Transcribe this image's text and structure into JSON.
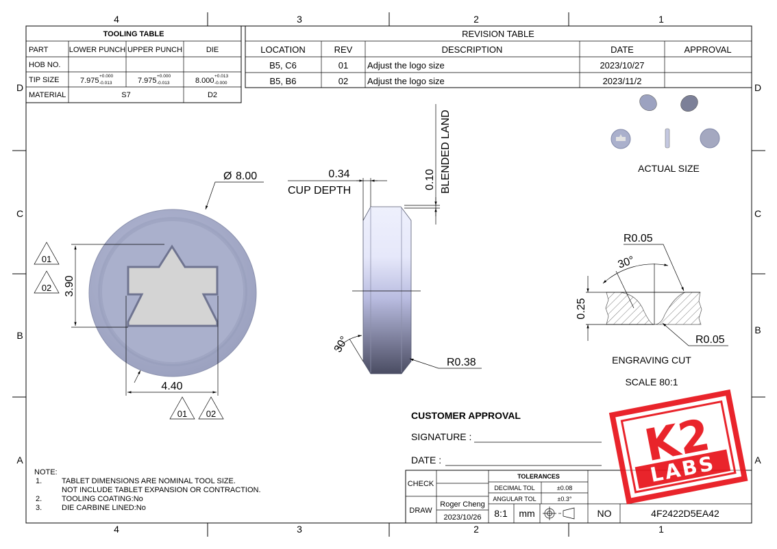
{
  "zones": {
    "columns": [
      "4",
      "3",
      "2",
      "1"
    ],
    "rows": [
      "D",
      "C",
      "B",
      "A"
    ]
  },
  "tooling_table": {
    "title": "TOOLING TABLE",
    "headers": [
      "PART",
      "LOWER PUNCH",
      "UPPER PUNCH",
      "DIE"
    ],
    "hob_label": "HOB NO.",
    "tip_label": "TIP SIZE",
    "tip": [
      {
        "value": "7.975",
        "plus": "+0.000",
        "minus": "-0.013"
      },
      {
        "value": "7.975",
        "plus": "+0.000",
        "minus": "-0.013"
      },
      {
        "value": "8.000",
        "plus": "+0.013",
        "minus": "-0.000"
      }
    ],
    "material_label": "MATERIAL",
    "material_punch": "S7",
    "material_die": "D2"
  },
  "revision_table": {
    "title": "REVISION TABLE",
    "headers": [
      "LOCATION",
      "REV",
      "DESCRIPTION",
      "DATE",
      "APPROVAL"
    ],
    "rows": [
      {
        "location": "B5, C6",
        "rev": "01",
        "description": "Adjust the logo size",
        "date": "2023/10/27",
        "approval": ""
      },
      {
        "location": "B5, B6",
        "rev": "02",
        "description": "Adjust the logo size",
        "date": "2023/11/2",
        "approval": ""
      }
    ]
  },
  "front_view": {
    "diameter": "8.00",
    "diameter_symbol": "Ø",
    "height": "3.90",
    "width": "4.40",
    "rev_tags": [
      "01",
      "02"
    ]
  },
  "side_view": {
    "cup_depth": "0.34",
    "cup_depth_label": "CUP DEPTH",
    "land": "0.10",
    "land_label": "BLENDED LAND",
    "angle": "30°",
    "radius": "R0.38"
  },
  "actual_size_label": "ACTUAL SIZE",
  "engraving": {
    "radius_top": "R0.05",
    "angle": "30°",
    "depth": "0.25",
    "radius_bottom": "R0.05",
    "title": "ENGRAVING CUT",
    "scale": "SCALE 80:1"
  },
  "customer": {
    "title": "CUSTOMER APPROVAL",
    "signature": "SIGNATURE :",
    "date": "DATE :"
  },
  "notes": {
    "title": "NOTE:",
    "items": [
      {
        "n": "1.",
        "lines": [
          "TABLET DIMENSIONS ARE NOMINAL TOOL SIZE.",
          "NOT INCLUDE TABLET EXPANSION OR CONTRACTION."
        ]
      },
      {
        "n": "2.",
        "lines": [
          "TOOLING COATING:No"
        ]
      },
      {
        "n": "3.",
        "lines": [
          "DIE CARBINE LINED:No"
        ]
      }
    ]
  },
  "title_block": {
    "check": "CHECK",
    "draw": "DRAW",
    "drawer": "Roger Cheng",
    "draw_date": "2023/10/26",
    "tolerances": "TOLERANCES",
    "decimal_label": "DECIMAL TOL",
    "decimal": "±0.08",
    "angular_label": "ANGULAR TOL",
    "angular": "±0.3°",
    "scale": "8:1",
    "unit": "mm",
    "no_label": "NO",
    "number": "4F2422D5EA42"
  },
  "stamp": {
    "line1": "K2",
    "line2": "LABS",
    "color": "#e8141c"
  },
  "colors": {
    "tablet": "#aab0cc",
    "logo": "#d4d4d4"
  }
}
